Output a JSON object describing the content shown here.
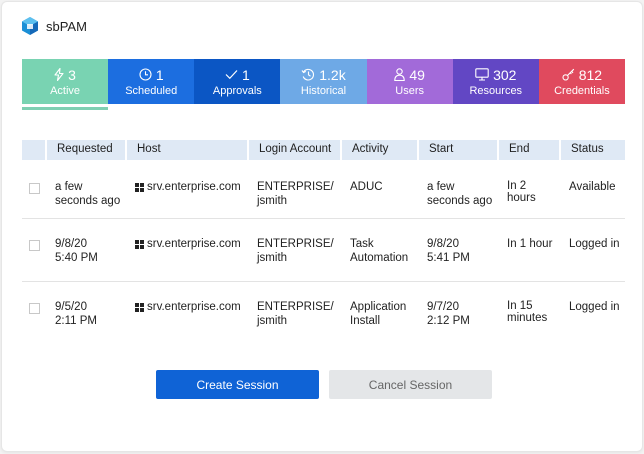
{
  "brand": {
    "name": "sbPAM",
    "icon": "sbpam-logo-icon"
  },
  "tiles": [
    {
      "count": "3",
      "label": "Active",
      "icon": "bolt-icon",
      "color": "#79d3b2"
    },
    {
      "count": "1",
      "label": "Scheduled",
      "icon": "clock-icon",
      "color": "#1c6ee0"
    },
    {
      "count": "1",
      "label": "Approvals",
      "icon": "checkmark-icon",
      "color": "#0b56c4"
    },
    {
      "count": "1.2k",
      "label": "Historical",
      "icon": "history-icon",
      "color": "#6ea9e6"
    },
    {
      "count": "49",
      "label": "Users",
      "icon": "user-icon",
      "color": "#a26ad9"
    },
    {
      "count": "302",
      "label": "Resources",
      "icon": "monitor-icon",
      "color": "#6247c4"
    },
    {
      "count": "812",
      "label": "Credentials",
      "icon": "key-icon",
      "color": "#e04a5e"
    }
  ],
  "table": {
    "headers": [
      "Requested",
      "Host",
      "Login Account",
      "Activity",
      "Start",
      "End",
      "Status"
    ],
    "rows": [
      {
        "requested": [
          "a few",
          "seconds ago"
        ],
        "host": "srv.enterprise.com",
        "login": [
          "ENTERPRISE/",
          "jsmith"
        ],
        "activity": [
          "ADUC"
        ],
        "start": [
          "a few",
          "seconds ago"
        ],
        "end": [
          "In 2",
          "hours"
        ],
        "status": "Available"
      },
      {
        "requested": [
          "9/8/20",
          "5:40 PM"
        ],
        "host": "srv.enterprise.com",
        "login": [
          "ENTERPRISE/",
          "jsmith"
        ],
        "activity": [
          "Task",
          "Automation"
        ],
        "start": [
          "9/8/20",
          "5:41 PM"
        ],
        "end": [
          "In 1 hour"
        ],
        "status": "Logged in"
      },
      {
        "requested": [
          "9/5/20",
          "2:11 PM"
        ],
        "host": "srv.enterprise.com",
        "login": [
          "ENTERPRISE/",
          "jsmith"
        ],
        "activity": [
          "Application",
          "Install"
        ],
        "start": [
          "9/7/20",
          "2:12 PM"
        ],
        "end": [
          "In 15",
          "minutes"
        ],
        "status": "Logged in"
      }
    ]
  },
  "buttons": {
    "create": "Create Session",
    "cancel": "Cancel Session"
  }
}
